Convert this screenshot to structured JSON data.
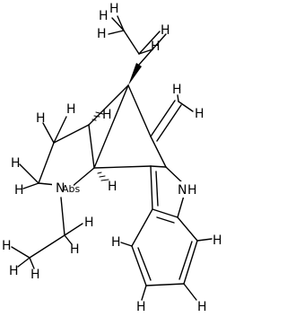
{
  "atoms": {
    "nitrogen_amine": "N",
    "nitrogen_indole": "N",
    "indole_h": "H",
    "hydrogen": "H",
    "stereo_tag": "Abs"
  }
}
